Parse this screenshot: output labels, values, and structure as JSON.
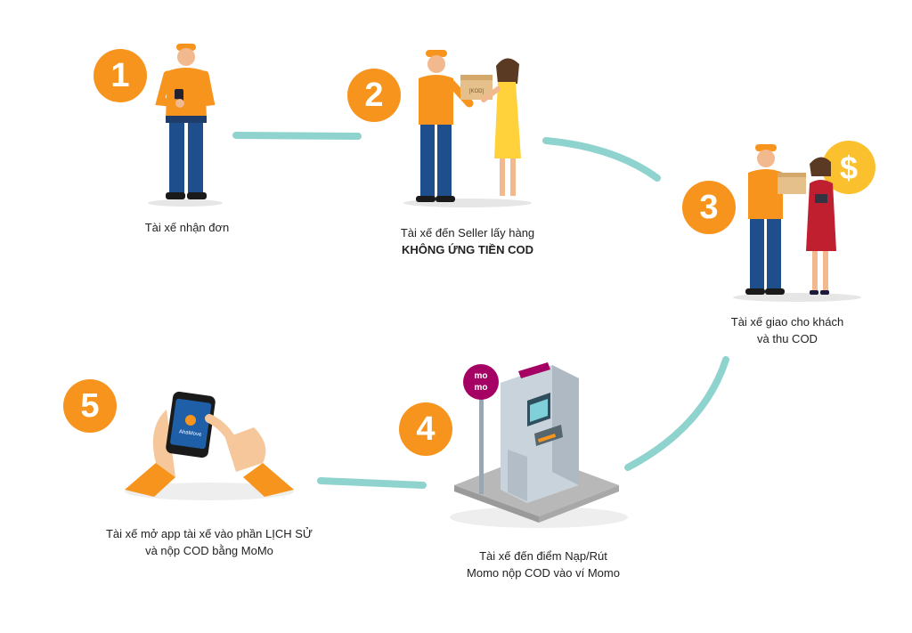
{
  "colors": {
    "accent": "#f7941d",
    "connector": "#8fd3cf",
    "money": "#fbc02d",
    "momo": "#a50064"
  },
  "steps": [
    {
      "number": "1",
      "line1": "Tài xế nhận đơn",
      "line2": ""
    },
    {
      "number": "2",
      "line1": "Tài xế đến Seller lấy hàng",
      "line2": "KHÔNG ỨNG TIỀN COD"
    },
    {
      "number": "3",
      "line1": "Tài xế giao cho khách",
      "line2": "và thu COD"
    },
    {
      "number": "4",
      "line1": "Tài xế đến điểm Nạp/Rút",
      "line2": "Momo nộp COD vào ví Momo"
    },
    {
      "number": "5",
      "line1": "Tài xế mở app tài xế vào phần LỊCH SỬ",
      "line2": "và nộp COD bằng MoMo"
    }
  ],
  "box_label": "[KOD]",
  "currency_symbol": "$",
  "momo_sign": [
    "mo",
    "mo"
  ],
  "phone_app_label": "AhaMove"
}
